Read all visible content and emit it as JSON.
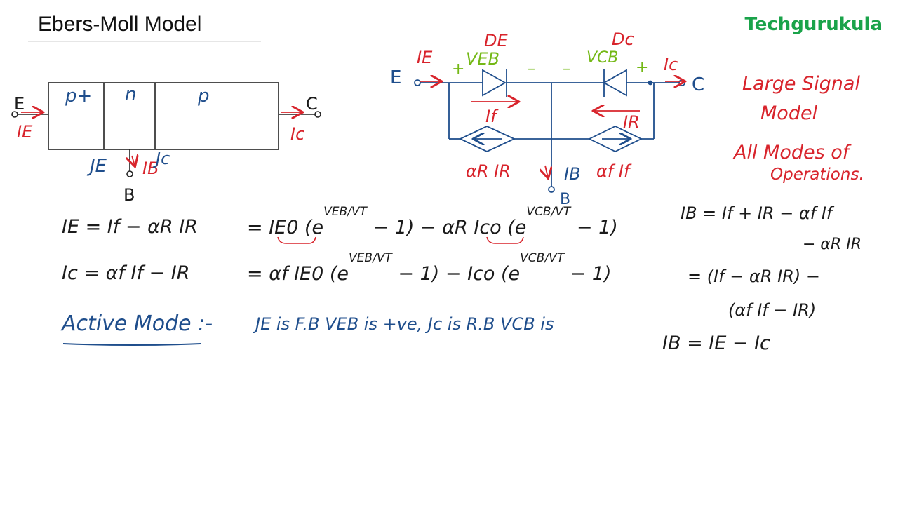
{
  "header": {
    "title": "Ebers-Moll Model",
    "brand": "Techgurukula"
  },
  "colors": {
    "blue_ink": "#1f4e8c",
    "red_ink": "#d8242c",
    "green_ink": "#74b816",
    "brand_green": "#1aa34a"
  },
  "transistor": {
    "region_p_plus": "p+",
    "region_n": "n",
    "region_p": "p",
    "terminal_e": "E",
    "terminal_c": "C",
    "terminal_b": "B",
    "current_e": "IE",
    "current_c": "Ic",
    "current_b": "IB",
    "junction_e": "JE",
    "junction_c": "Jc"
  },
  "circuit": {
    "diode_e": "DE",
    "diode_c": "Dc",
    "v_eb": "VEB",
    "v_cb": "VCB",
    "plus_left": "+",
    "minus_left": "–",
    "minus_right": "–",
    "plus_right": "+",
    "terminal_e": "E",
    "terminal_c": "C",
    "terminal_b": "B",
    "current_e": "IE",
    "current_c": "Ic",
    "current_f": "If",
    "current_r": "IR",
    "current_b": "IB",
    "source_left": "αR IR",
    "source_right": "αf If"
  },
  "notes": {
    "large_signal_1": "Large Signal",
    "large_signal_2": "Model",
    "all_modes_1": "All Modes of",
    "all_modes_2": "Operations."
  },
  "equations": {
    "ie_lhs": "IE = If − αR IR",
    "ie_mid": "= IE0 (e",
    "ie_exp1": "VEB/VT",
    "ie_mid2": "− 1) − αR Ico (e",
    "ie_exp2": "VCB/VT",
    "ie_end": "− 1)",
    "ic_lhs": "Ic = αf If − IR",
    "ic_mid": "= αf IE0 (e",
    "ic_exp1": "VEB/VT",
    "ic_mid2": "− 1) − Ico (e",
    "ic_exp2": "VCB/VT",
    "ic_end": "− 1)",
    "ib_1": "IB = If + IR − αf If",
    "ib_2": "− αR IR",
    "ib_3": "= (If − αR IR) −",
    "ib_4": "(αf If − IR)",
    "ib_5": "IB = IE − Ic"
  },
  "active_mode": {
    "heading": "Active Mode :-",
    "text": "JE is F.B  VEB is +ve,  Jc is R.B  VCB is"
  }
}
